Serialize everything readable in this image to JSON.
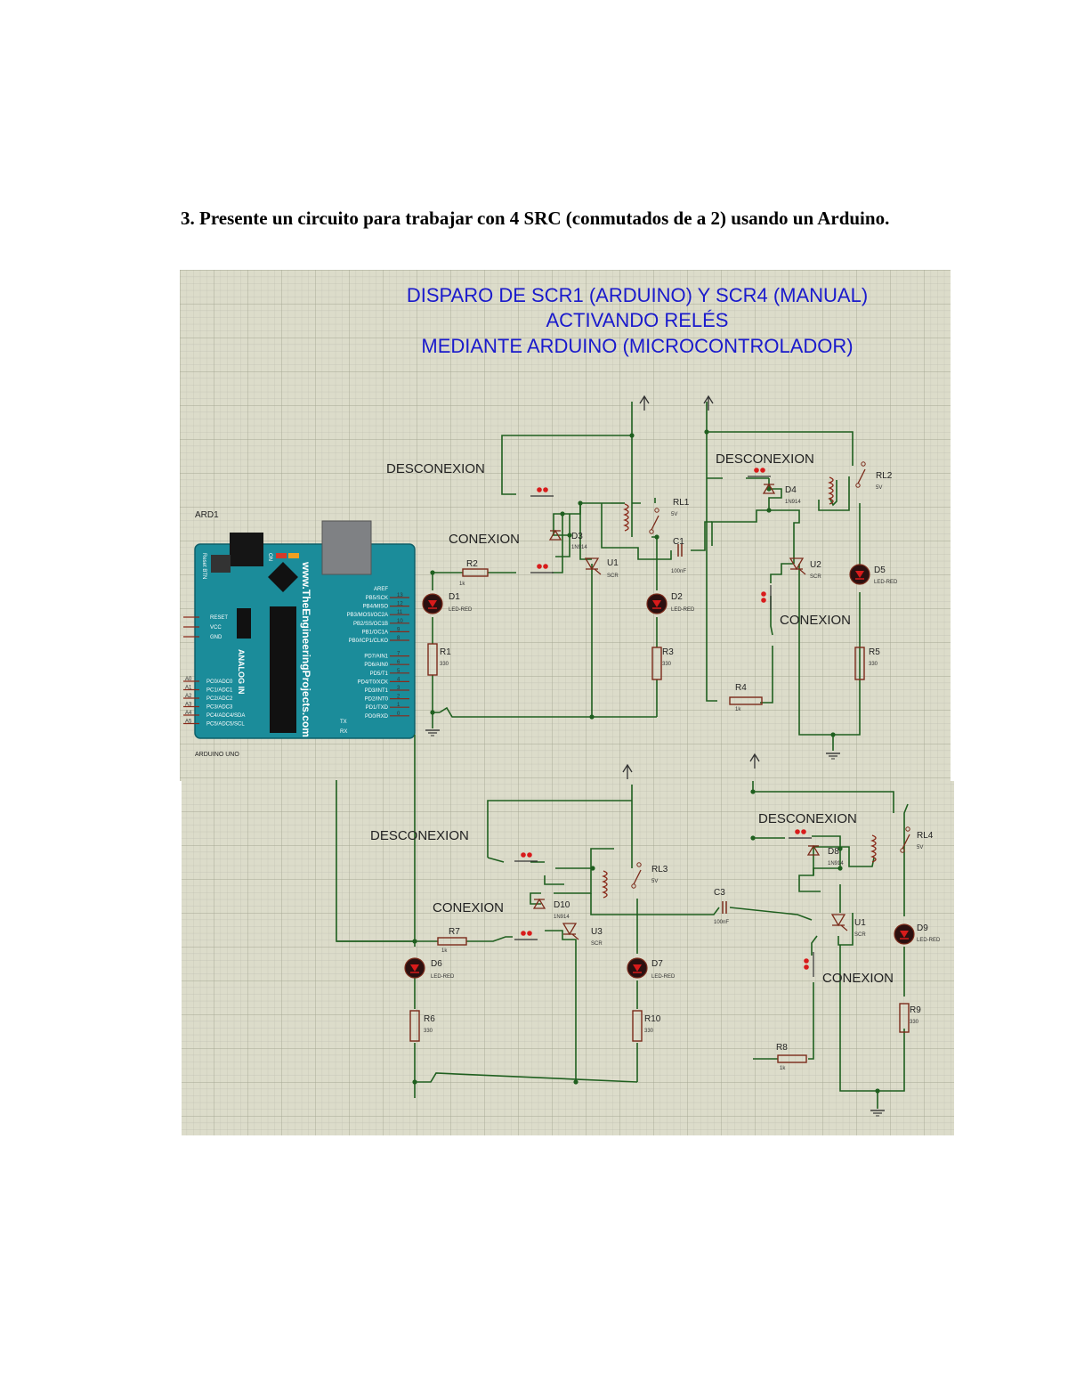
{
  "question": {
    "text": "3. Presente un circuito para trabajar con 4 SRC (conmutados de a 2) usando un Arduino."
  },
  "schematic": {
    "title_lines": [
      "DISPARO DE SCR1 (ARDUINO) Y SCR4 (MANUAL)",
      "ACTIVANDO RELÉS",
      "MEDIANTE ARDUINO (MICROCONTROLADOR)"
    ],
    "labels": {
      "desconexion": "DESCONEXION",
      "conexion": "CONEXION"
    },
    "arduino": {
      "ref": "ARD1",
      "caption": "ARDUINO UNO",
      "url": "www.TheEngineeringProjects.com",
      "reset_btn": "Reset BTN",
      "on": "ON",
      "analog_in": "ANALOG IN",
      "left_pins": [
        "RESET",
        "VCC",
        "GND"
      ],
      "analog_pins": [
        "PC0/ADC0",
        "PC1/ADC1",
        "PC2/ADC2",
        "PC3/ADC3",
        "PC4/ADC4/SDA",
        "PC5/ADC5/SCL"
      ],
      "analog_nums": [
        "A0",
        "A1",
        "A2",
        "A3",
        "A4",
        "A5"
      ],
      "digital_pins": [
        "AREF",
        "PB5/SCK",
        "PB4/MISO",
        "PB3/MOSI/OC2A",
        "PB2/SS/OC1B",
        "PB1/OC1A",
        "PB0/ICP1/CLKO",
        "PD7/AIN1",
        "PD6/AIN0",
        "PD5/T1",
        "PD4/T0/XCK",
        "PD3/INT1",
        "PD2/INT0",
        "PD1/TXD",
        "PD0/RXD"
      ],
      "digital_nums": [
        "13",
        "12",
        "11",
        "10",
        "9",
        "8",
        "7",
        "6",
        "5",
        "4",
        "3",
        "2",
        "1",
        "0"
      ],
      "tx": "TX",
      "rx": "RX"
    },
    "components": {
      "rl1": "RL1",
      "rl2": "RL2",
      "rl3": "RL3",
      "rl4": "RL4",
      "relay_v": "5V",
      "u1": "U1",
      "u2": "U2",
      "u3": "U3",
      "scr": "SCR",
      "c1": "C1",
      "c3": "C3",
      "cap_val": "100nF",
      "d1": "D1",
      "d2": "D2",
      "d5": "D5",
      "d6": "D6",
      "d7": "D7",
      "d9": "D9",
      "led_red": "LED-RED",
      "d3": "D3",
      "d4": "D4",
      "d8": "D8",
      "d10": "D10",
      "diode_val": "1N914",
      "r1": "R1",
      "r3": "R3",
      "r5": "R5",
      "r6": "R6",
      "r9": "R9",
      "r10": "R10",
      "res330": "330",
      "r2": "R2",
      "r4": "R4",
      "r7": "R7",
      "r8": "R8",
      "res1k": "1k"
    }
  }
}
